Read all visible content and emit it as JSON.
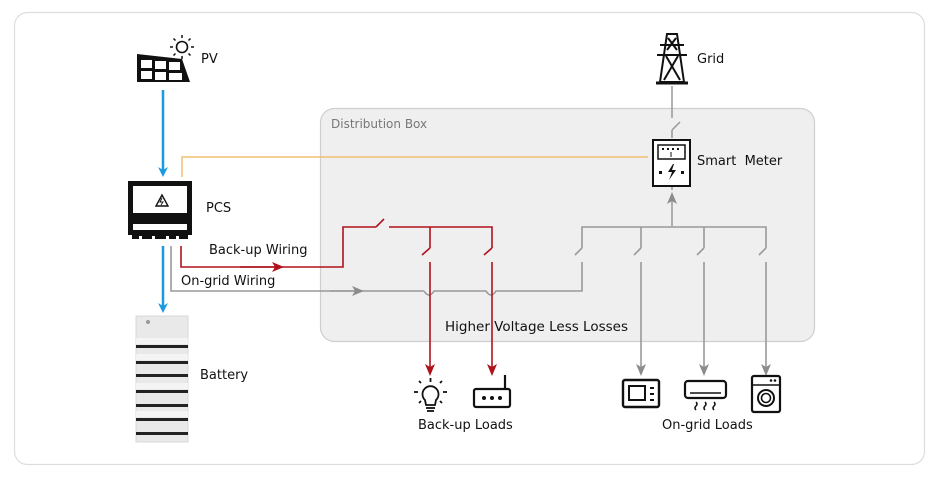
{
  "diagram": {
    "title": "Energy System Wiring Diagram",
    "nodes": {
      "pv": {
        "label": "PV",
        "icon": "solar-panel-icon"
      },
      "pcs": {
        "label": "PCS",
        "icon": "inverter-icon"
      },
      "battery": {
        "label": "Battery",
        "icon": "battery-stack-icon"
      },
      "grid": {
        "label": "Grid",
        "icon": "transmission-tower-icon"
      },
      "smart_meter": {
        "label": "Smart  Meter",
        "icon": "smart-meter-icon"
      },
      "distribution_box": {
        "label": "Distribution Box"
      },
      "backup_loads": {
        "label": "Back-up Loads",
        "icons": [
          "light-bulb-icon",
          "router-icon"
        ]
      },
      "ongrid_loads": {
        "label": "On-grid Loads",
        "icons": [
          "microwave-icon",
          "air-conditioner-icon",
          "washing-machine-icon"
        ]
      }
    },
    "wiring": {
      "backup": {
        "label": "Back-up Wiring",
        "color": "#b0121c"
      },
      "ongrid": {
        "label": "On-grid Wiring",
        "color": "#8c8c8c"
      },
      "dc": {
        "color": "#1a9ae0"
      },
      "comm": {
        "color": "#f0c070"
      }
    },
    "caption": "Higher Voltage Less Losses",
    "colors": {
      "box_fill": "#efefef",
      "box_border": "#cccccc",
      "frame_border": "#dddddd",
      "grid_line": "#999999"
    }
  }
}
